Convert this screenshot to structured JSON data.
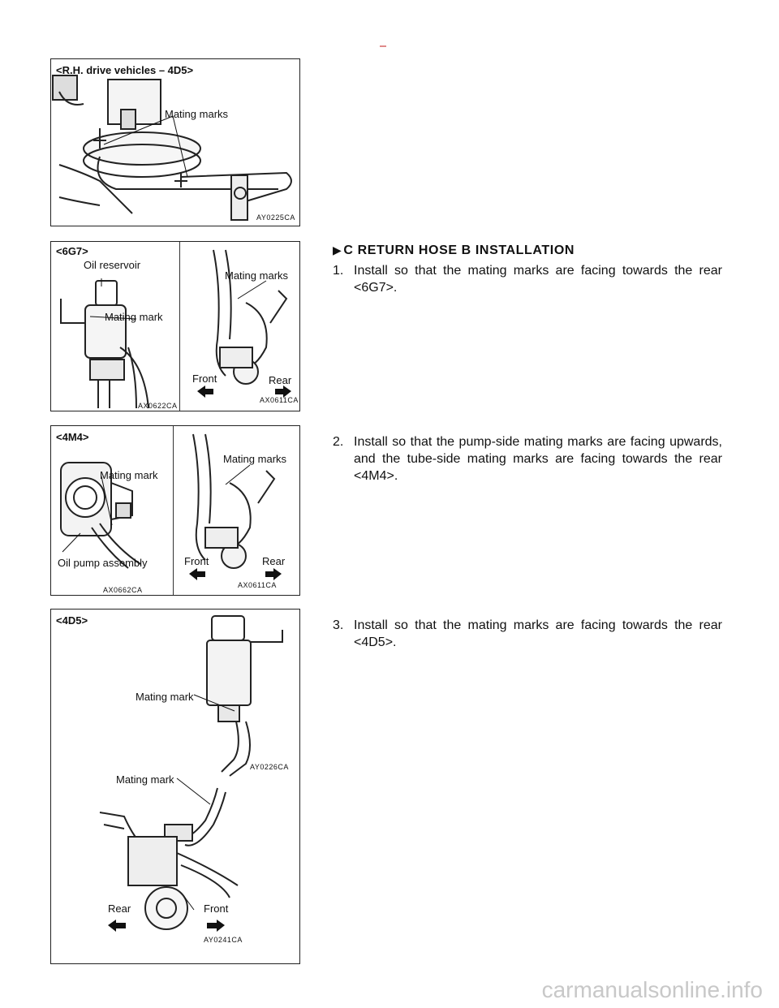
{
  "figures": {
    "rh_drive": {
      "title": "<R.H. drive vehicles – 4D5>",
      "mating_marks": "Mating marks",
      "code": "AY0225CA"
    },
    "g6g7": {
      "title": "<6G7>",
      "oil_reservoir": "Oil reservoir",
      "mating_mark": "Mating mark",
      "mating_marks": "Mating marks",
      "front": "Front",
      "rear": "Rear",
      "code_left": "AX0622CA",
      "code_right": "AX0611CA"
    },
    "g4m4": {
      "title": "<4M4>",
      "mating_mark": "Mating mark",
      "oil_pump_assembly": "Oil pump assembly",
      "mating_marks": "Mating marks",
      "front": "Front",
      "rear": "Rear",
      "code_left": "AX0662CA",
      "code_right": "AX0611CA"
    },
    "g4d5": {
      "title": "<4D5>",
      "mating_mark_upper": "Mating mark",
      "mating_mark_lower": "Mating mark",
      "code_upper": "AY0226CA",
      "rear": "Rear",
      "front": "Front",
      "code_lower": "AY0241CA"
    }
  },
  "instructions": {
    "heading": "C RETURN HOSE B INSTALLATION",
    "steps": [
      {
        "num": "1.",
        "text": "Install so that the mating marks are facing towards the rear <6G7>."
      },
      {
        "num": "2.",
        "text": "Install so that the pump-side mating marks are facing upwards, and the tube-side mating marks are facing towards the rear <4M4>."
      },
      {
        "num": "3.",
        "text": "Install so that the mating marks are facing towards the rear <4D5>."
      }
    ]
  },
  "watermark": "carmanualsonline.info"
}
